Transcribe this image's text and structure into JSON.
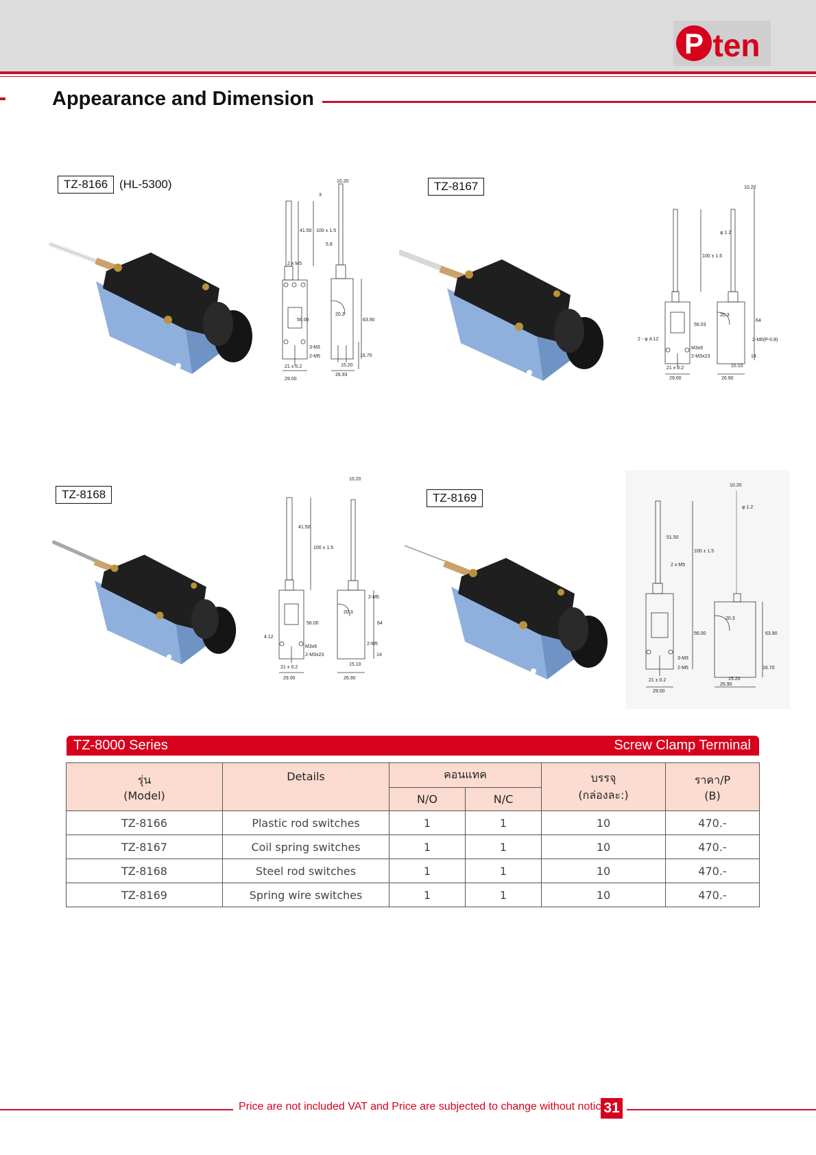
{
  "header": {
    "brand": "Pten",
    "title": "Appearance and Dimension"
  },
  "products": [
    {
      "model": "TZ-8166",
      "alt": "(HL-5300)"
    },
    {
      "model": "TZ-8167"
    },
    {
      "model": "TZ-8168"
    },
    {
      "model": "TZ-8169"
    }
  ],
  "series": {
    "name": "TZ-8000 Series",
    "terminal": "Screw Clamp Terminal"
  },
  "table": {
    "headers": {
      "model": "รุ่น",
      "model_en": "(Model)",
      "details": "Details",
      "contact": "คอนแทค",
      "no": "N/O",
      "nc": "N/C",
      "pack": "บรรจุ",
      "pack_sub": "(กล่องละ:)",
      "price": "ราคา/P",
      "price_sub": "(B)"
    },
    "rows": [
      {
        "model": "TZ-8166",
        "details": "Plastic rod switches",
        "no": "1",
        "nc": "1",
        "pack": "10",
        "price": "470.-"
      },
      {
        "model": "TZ-8167",
        "details": "Coil spring switches",
        "no": "1",
        "nc": "1",
        "pack": "10",
        "price": "470.-"
      },
      {
        "model": "TZ-8168",
        "details": "Steel rod switches",
        "no": "1",
        "nc": "1",
        "pack": "10",
        "price": "470.-"
      },
      {
        "model": "TZ-8169",
        "details": "Spring wire switches",
        "no": "1",
        "nc": "1",
        "pack": "10",
        "price": "470.-"
      }
    ]
  },
  "footer": {
    "notice": "Price are not included VAT and Price are subjected to change without notice.",
    "page": "31"
  },
  "drawing_labels": {
    "d1020": "10.20",
    "d3": "3",
    "d4150": "41.50",
    "d58": "5.8",
    "d100": "100 ± 1.5",
    "m5x2": "2 x M5",
    "d5600": "56.00",
    "d5603": "56.03",
    "d6390": "63.90",
    "d64": "64",
    "d203": "20.3",
    "d3m3": "3-M3",
    "d2m5": "2-M5",
    "d1670": "16.70",
    "d1520": "15.20",
    "d1510": "15.10",
    "d21": "21 ± 0.2",
    "d2900": "29.00",
    "d2690": "26.90",
    "d2693": "26.93",
    "dphi12": "φ 1.2",
    "dphi412": "2 - φ 4.12",
    "dm3x6": "M3x6",
    "dm3x23": "2-M3x23",
    "dm5p": "2-M5(P-0.8)",
    "d14": "14",
    "d5150": "51.50",
    "d412": "4.12"
  },
  "colors": {
    "brand_red": "#d7001d",
    "header_fill": "#fcdcd0",
    "switch_body": "#1f1f1f",
    "switch_base": "#8fb0dc"
  }
}
